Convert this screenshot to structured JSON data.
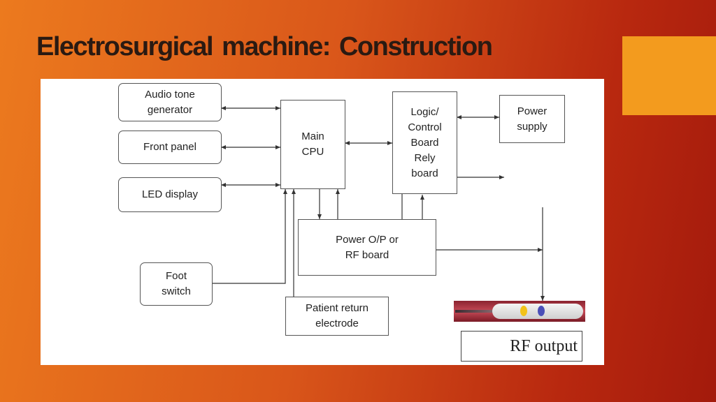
{
  "slide": {
    "title": "Electrosurgical machine: Construction",
    "accent_color": "#f39b1e"
  },
  "diagram": {
    "blocks": {
      "audio_tone": "Audio tone\ngenerator",
      "front_panel": "Front panel",
      "led_display": "LED display",
      "foot_switch": "Foot\nswitch",
      "main_cpu": "Main\nCPU",
      "logic_board": "Logic/\nControl\nBoard\nRely\nboard",
      "power_supply": "Power\nsupply",
      "power_op": "Power O/P or\nRF board",
      "patient_return": "Patient return\nelectrode",
      "rf_output": "RF output"
    },
    "probe_image": "electrosurgical-pencil"
  }
}
